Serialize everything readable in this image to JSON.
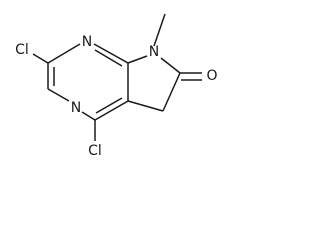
{
  "structure": {
    "atoms": {
      "cl_top": "Cl",
      "n_ring_top": "N",
      "n_ring_bottom": "N",
      "n_pyrrole": "N",
      "cl_bottom": "Cl",
      "o_carbonyl": "O"
    }
  }
}
